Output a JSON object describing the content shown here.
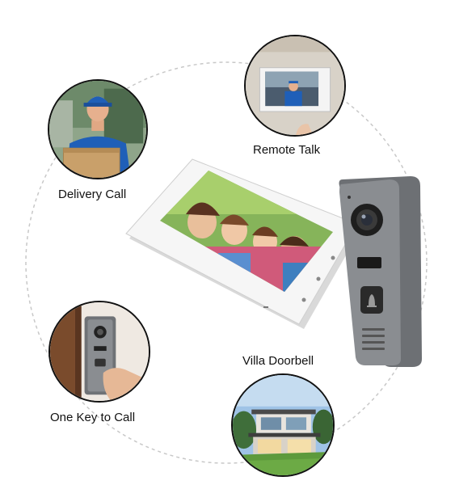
{
  "features": [
    {
      "label": "Delivery Call",
      "icon": "delivery-person-photo"
    },
    {
      "label": "Remote Talk",
      "icon": "monitor-on-wall-photo"
    },
    {
      "label": "One Key to Call",
      "icon": "finger-pressing-doorbell-photo"
    },
    {
      "label": "Villa Doorbell",
      "icon": "modern-villa-photo"
    }
  ],
  "product": {
    "monitor_icon": "indoor-video-monitor",
    "doorbell_icon": "outdoor-doorbell-camera"
  },
  "colors": {
    "ring": "#c8c8c8",
    "uniform_blue": "#1f5fb8",
    "doorbell_grey": "#7d8084",
    "monitor_white": "#f6f6f6"
  }
}
